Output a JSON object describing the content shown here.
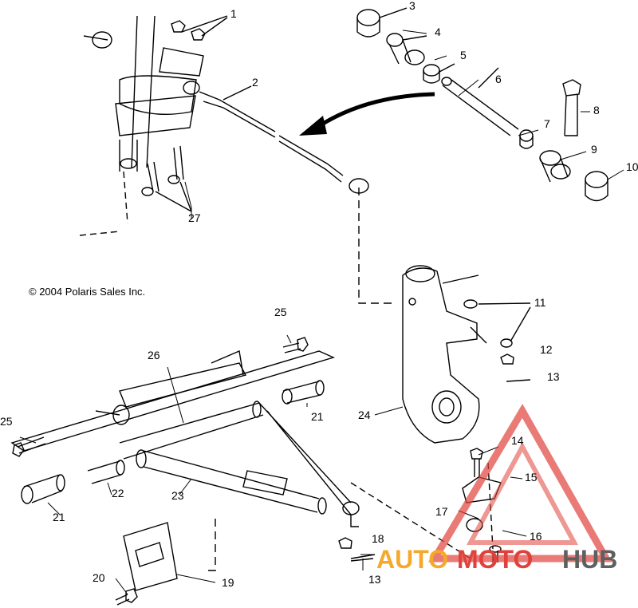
{
  "copyright": "© 2004 Polaris Sales Inc.",
  "callouts": [
    "1",
    "2",
    "3",
    "4",
    "5",
    "6",
    "7",
    "8",
    "9",
    "10",
    "11",
    "12",
    "13",
    "14",
    "15",
    "16",
    "17",
    "18",
    "19",
    "20",
    "21",
    "21",
    "22",
    "23",
    "24",
    "25",
    "25",
    "26",
    "27",
    "13"
  ],
  "watermark": {
    "part1": "AUTO",
    "part2": "MOTO",
    "part3": "HUB"
  },
  "colors": {
    "line": "#000000",
    "watermark_red": "#e0413a",
    "watermark_orange": "#f4a92d",
    "watermark_gray": "#5f5f5f"
  }
}
